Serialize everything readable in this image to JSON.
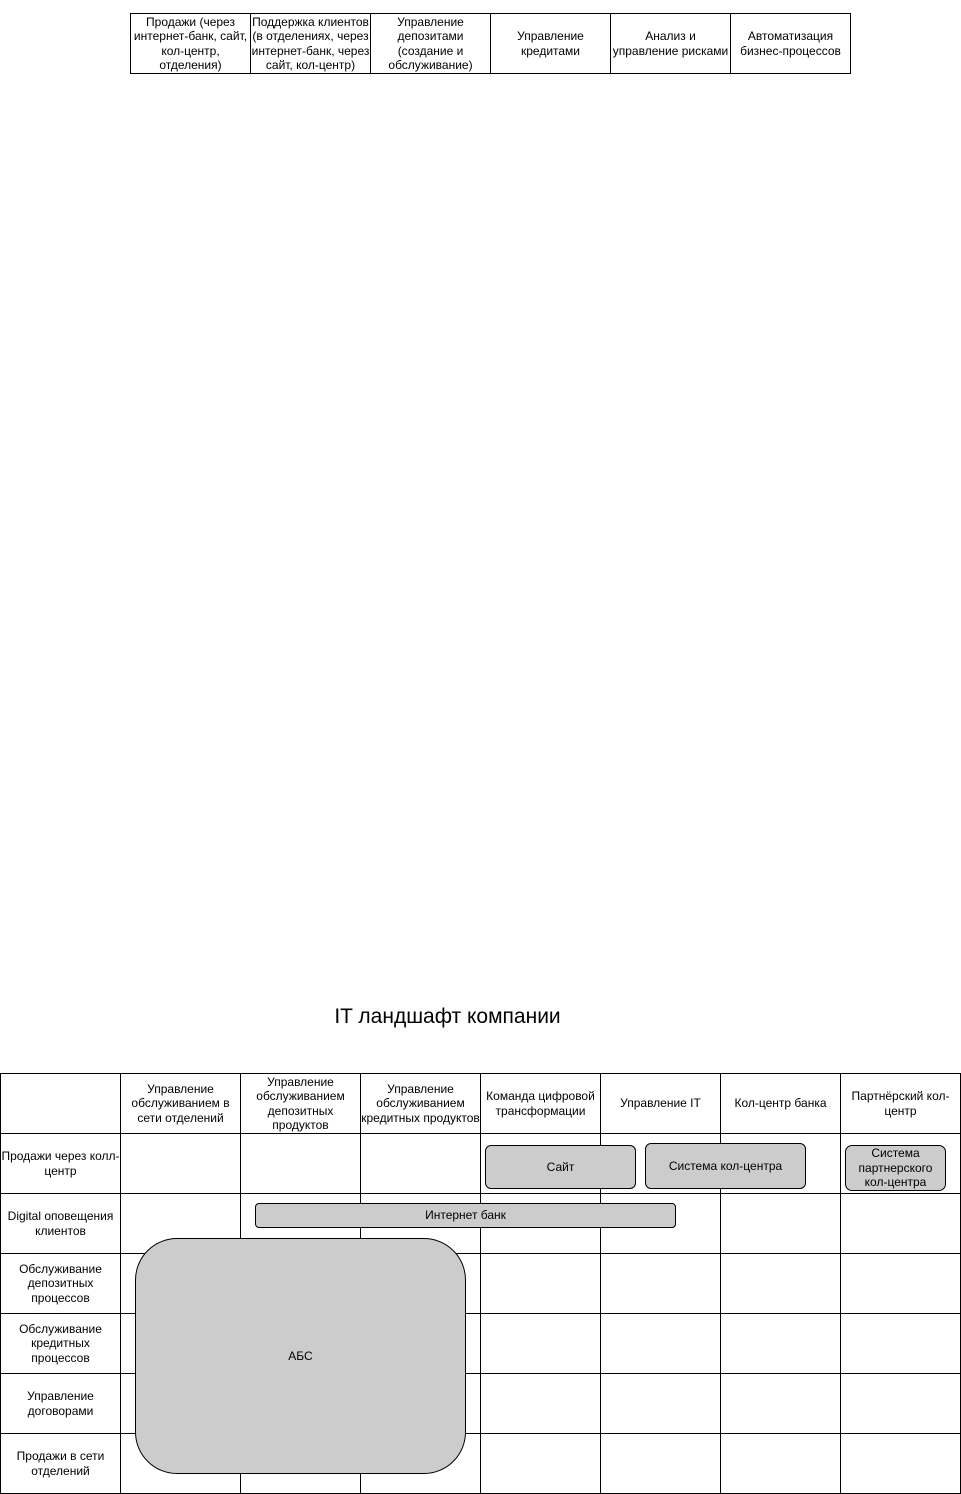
{
  "top_table": {
    "cells": [
      "Продажи (через интернет-банк, сайт, кол-центр, отделения)",
      "Поддержка клиентов (в отделениях, через интернет-банк, через сайт, кол-центр)",
      "Управление депозитами (создание и обслуживание)",
      "Управление кредитами",
      "Анализ и управление рисками",
      "Автоматизация бизнес-процессов"
    ]
  },
  "landscape": {
    "title": "IT ландшафт компании",
    "columns": [
      "",
      "Управление обслуживанием в сети отделений",
      "Управление обслуживанием депозитных продуктов",
      "Управление обслуживанием кредитных продуктов",
      "Команда цифровой трансформации",
      "Управление IT",
      "Кол-центр банка",
      "Партнёрский кол-центр"
    ],
    "rows": [
      "Продажи через колл-центр",
      "Digital оповещения клиентов",
      "Обслуживание депозитных процессов",
      "Обслуживание кредитных процессов",
      "Управление договорами",
      "Продажи в сети отделений"
    ],
    "systems": {
      "site": "Сайт",
      "call_center_system": "Система кол-центра",
      "partner_call_center_system": "Система партнерского кол-центра",
      "internet_bank": "Интернет банк",
      "abs": "АБС"
    }
  }
}
